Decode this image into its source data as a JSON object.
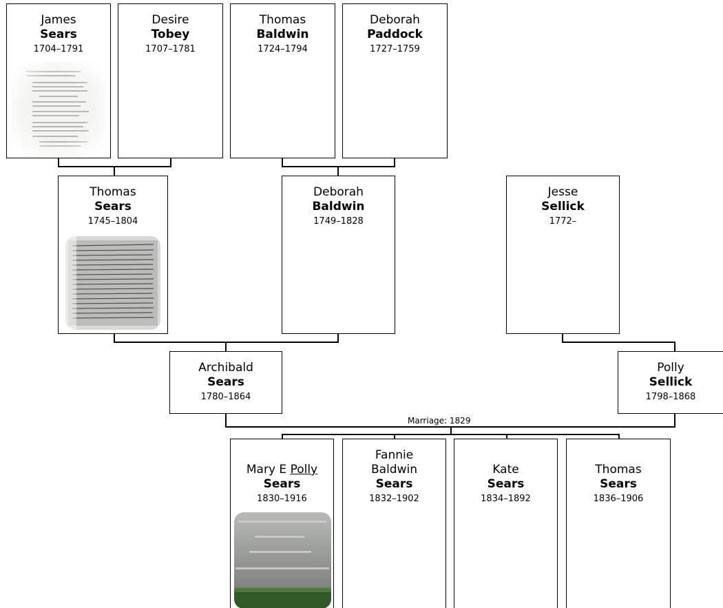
{
  "people": {
    "james": {
      "given": "James",
      "surname": "Sears",
      "dates": "1704–1791"
    },
    "desire": {
      "given": "Desire",
      "surname": "Tobey",
      "dates": "1707–1781"
    },
    "thomas_b": {
      "given": "Thomas",
      "surname": "Baldwin",
      "dates": "1724–1794"
    },
    "deborah_p": {
      "given": "Deborah",
      "surname": "Paddock",
      "dates": "1727–1759"
    },
    "thomas_s": {
      "given": "Thomas",
      "surname": "Sears",
      "dates": "1745–1804"
    },
    "deborah_b": {
      "given": "Deborah",
      "surname": "Baldwin",
      "dates": "1749–1828"
    },
    "jesse": {
      "given": "Jesse",
      "surname": "Sellick",
      "dates": "1772–"
    },
    "archibald": {
      "given": "Archibald",
      "surname": "Sears",
      "dates": "1780–1864"
    },
    "polly": {
      "given": "Polly",
      "surname": "Sellick",
      "dates": "1798–1868"
    },
    "mary": {
      "given_prefix": "Mary E",
      "given_nick": "Polly",
      "surname": "Sears",
      "dates": "1830–1916"
    },
    "fannie": {
      "given_line1": "Fannie",
      "given_line2": "Baldwin",
      "surname": "Sears",
      "dates": "1832–1902"
    },
    "kate": {
      "given": "Kate",
      "surname": "Sears",
      "dates": "1834–1892"
    },
    "thomas_c": {
      "given": "Thomas",
      "surname": "Sears",
      "dates": "1836–1906"
    }
  },
  "marriage_label": "Marriage: 1829"
}
